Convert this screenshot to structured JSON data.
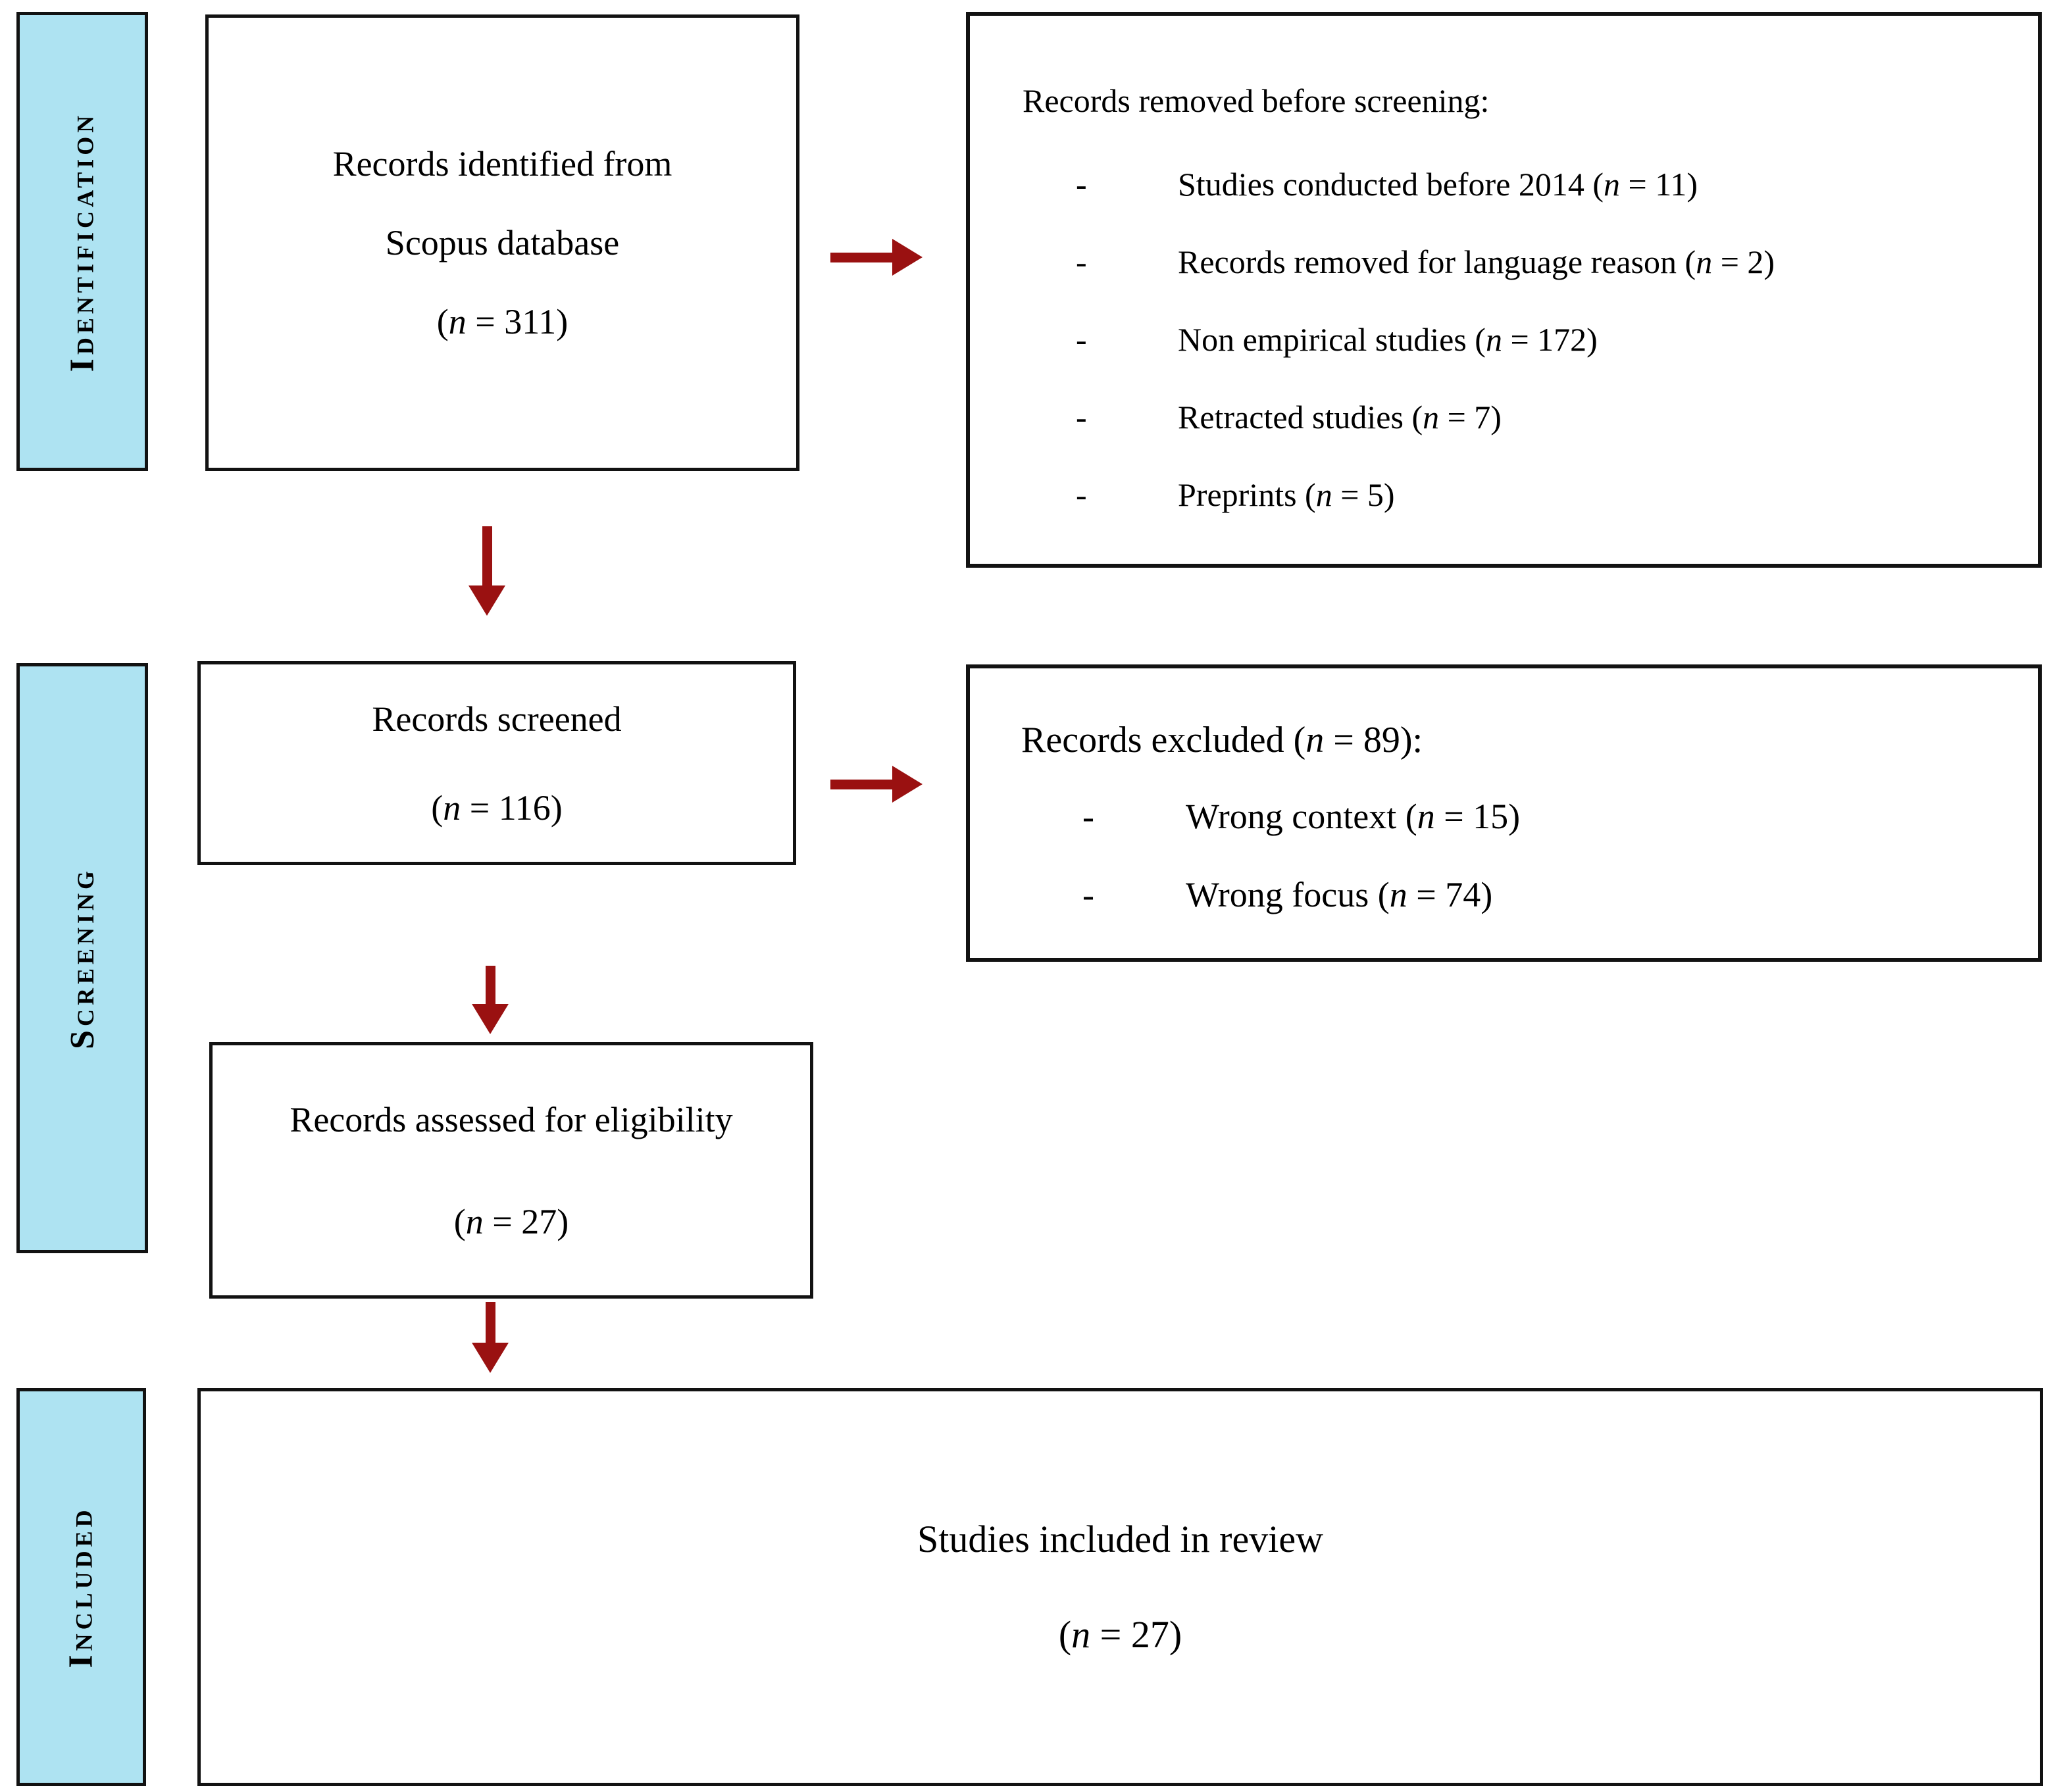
{
  "theme": {
    "sidebar_fill": "#aee3f2",
    "border_color": "#121212",
    "arrow_color": "#9a1111",
    "background": "#ffffff"
  },
  "sidebars": [
    {
      "label": "Identification"
    },
    {
      "label": "Screening"
    },
    {
      "label": "Included"
    }
  ],
  "boxes": {
    "identified": {
      "lines": [
        "Records identified from",
        "Scopus database",
        "(n = 311)"
      ]
    },
    "removed": {
      "title": "Records removed before screening:",
      "bullet": "-",
      "items": [
        "Studies conducted before 2014 (n = 11)",
        "Records removed for language reason (n = 2)",
        "Non empirical studies (n = 172)",
        "Retracted studies (n = 7)",
        "Preprints (n = 5)"
      ]
    },
    "screened": {
      "lines": [
        "Records screened",
        "(n = 116)"
      ]
    },
    "excluded": {
      "title": "Records excluded (n = 89):",
      "bullet": "-",
      "items": [
        "Wrong context (n = 15)",
        "Wrong focus (n = 74)"
      ]
    },
    "assessed": {
      "lines": [
        "Records assessed for eligibility",
        "(n = 27)"
      ]
    },
    "included": {
      "lines": [
        "Studies included in review",
        "(n = 27)"
      ]
    }
  }
}
